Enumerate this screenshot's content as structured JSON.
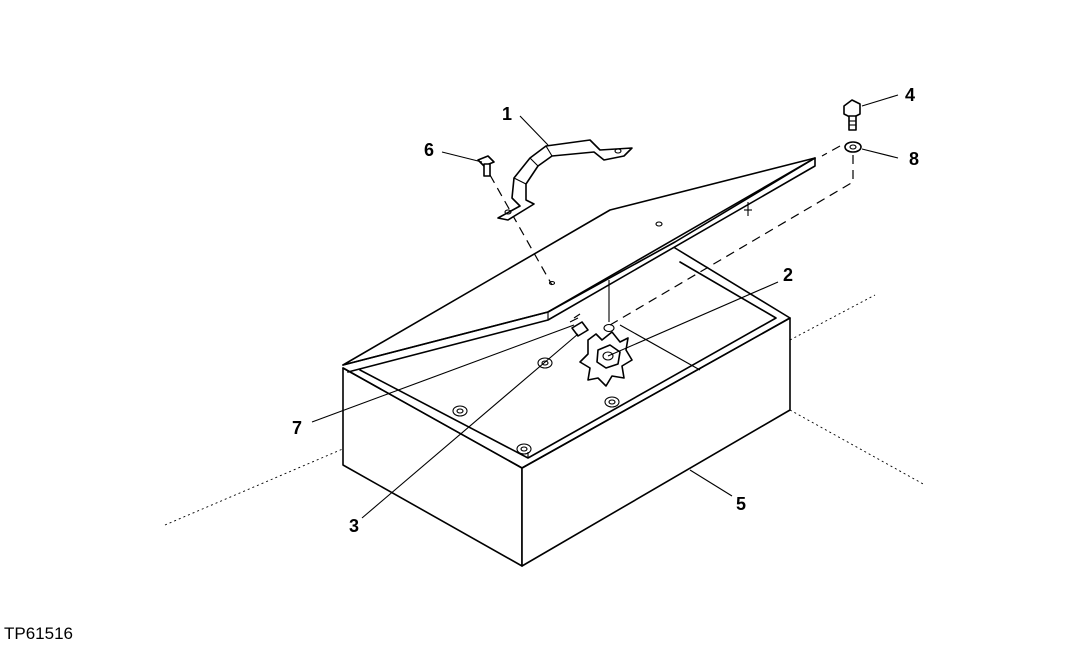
{
  "figure_id": "TP61516",
  "callouts": {
    "c1": "1",
    "c2": "2",
    "c3": "3",
    "c4": "4",
    "c5": "5",
    "c6": "6",
    "c7": "7",
    "c8": "8"
  }
}
